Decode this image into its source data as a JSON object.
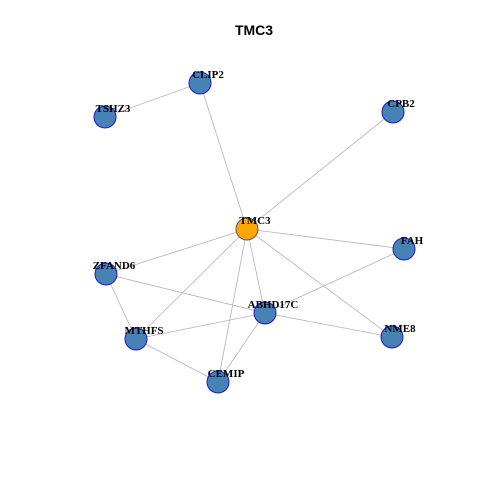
{
  "title": "TMC3",
  "colors": {
    "hub_fill": "#FFA500",
    "node_fill": "#4682B4",
    "node_stroke": "#1A1ACC",
    "edge": "#B3B3B3"
  },
  "nodes": [
    {
      "id": "TMC3",
      "hub": true
    },
    {
      "id": "CLIP2"
    },
    {
      "id": "TSHZ3"
    },
    {
      "id": "CPB2"
    },
    {
      "id": "FAH"
    },
    {
      "id": "ZFAND6"
    },
    {
      "id": "ABHD17C"
    },
    {
      "id": "MTHFS"
    },
    {
      "id": "NME8"
    },
    {
      "id": "CEMIP"
    }
  ],
  "edges": [
    [
      "TMC3",
      "CLIP2"
    ],
    [
      "TMC3",
      "CPB2"
    ],
    [
      "TMC3",
      "FAH"
    ],
    [
      "TMC3",
      "ZFAND6"
    ],
    [
      "TMC3",
      "ABHD17C"
    ],
    [
      "TMC3",
      "MTHFS"
    ],
    [
      "TMC3",
      "NME8"
    ],
    [
      "TMC3",
      "CEMIP"
    ],
    [
      "CLIP2",
      "TSHZ3"
    ],
    [
      "ZFAND6",
      "MTHFS"
    ],
    [
      "ZFAND6",
      "ABHD17C"
    ],
    [
      "ABHD17C",
      "MTHFS"
    ],
    [
      "ABHD17C",
      "NME8"
    ],
    [
      "ABHD17C",
      "CEMIP"
    ],
    [
      "ABHD17C",
      "FAH"
    ],
    [
      "MTHFS",
      "CEMIP"
    ]
  ]
}
